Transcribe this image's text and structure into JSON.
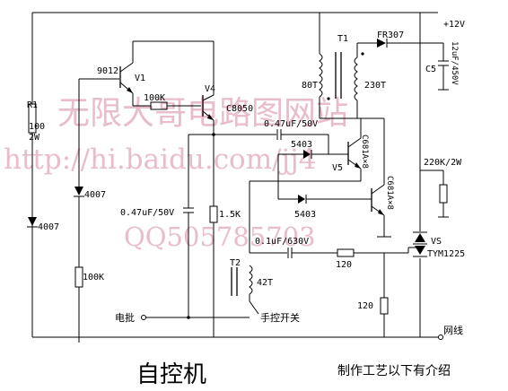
{
  "watermark": {
    "title": "无限大哥电路图网站",
    "url": "http://hi.baidu.com/jj4",
    "qq": "QQ505785703"
  },
  "labels": {
    "v1_part": "9012",
    "v1": "V1",
    "r_100k_top": "100K",
    "v4": "V4",
    "v4_part": "C8050",
    "r1": "R1",
    "r1_value": "100",
    "r1_power": "2W",
    "left_diode": "4007",
    "mid_diode": "4007",
    "r_100k_mid": "100K",
    "cap_047": "0.47uF/50V",
    "r_1_5k": "1.5K",
    "coupling_cap": "0.47uF/50V",
    "diode_5403_a": "5403",
    "v5": "V5",
    "v5_part": "C681A×8",
    "diode_5403_b": "5403",
    "v6_part": "C681A×8",
    "t1": "T1",
    "t1_primary": "80T",
    "t1_secondary": "230T",
    "fr307": "FR307",
    "supply": "+12V",
    "c5": "C5",
    "c5_value": "12uF/450V",
    "r_220k": "220K/2W",
    "vs": "VS",
    "vs_part": "TYM1225",
    "cap_630v": "0.1uF/630V",
    "r_120_a": "120",
    "r_120_b": "120",
    "t2": "T2",
    "t2_turns": "42T",
    "battery": "电批",
    "manual_switch": "手控开关",
    "mains": "网线",
    "title": "自控机",
    "note": "制作工艺以下有介绍"
  }
}
